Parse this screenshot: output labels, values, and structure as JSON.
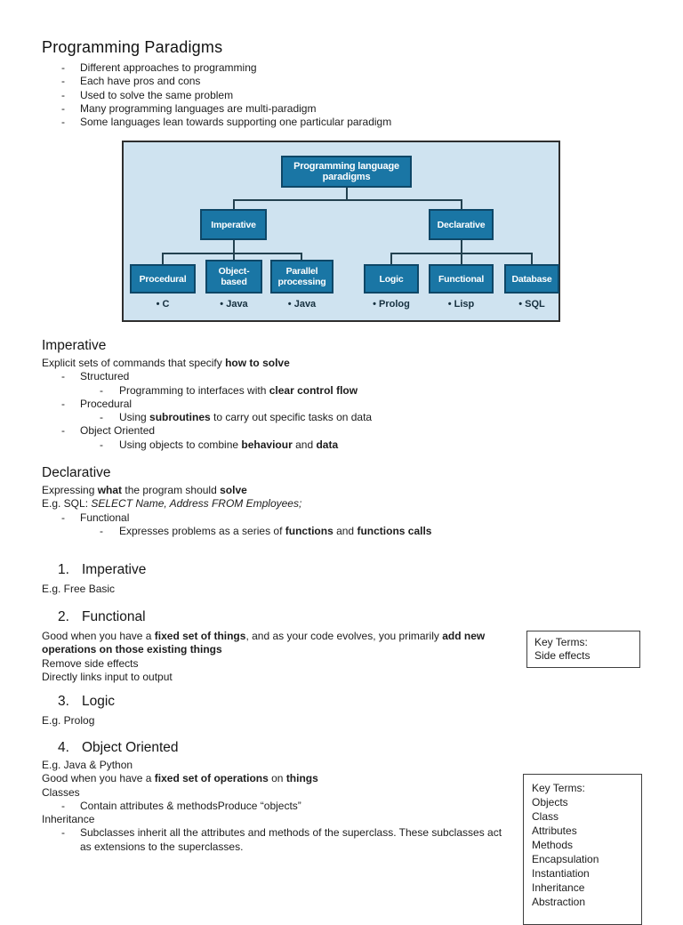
{
  "document": {
    "title": "Programming Paradigms",
    "intro_bullets": [
      "Different approaches to programming",
      "Each have pros and cons",
      "Used to solve the same problem",
      "Many programming languages are multi-paradigm",
      "Some languages lean towards supporting one particular paradigm"
    ]
  },
  "diagram": {
    "root": {
      "label": "Programming language paradigms"
    },
    "branches": [
      {
        "label": "Imperative",
        "children": [
          {
            "label": "Procedural",
            "example": "• C"
          },
          {
            "label": "Object-based",
            "example": "• Java"
          },
          {
            "label": "Parallel processing",
            "example": "• Java"
          }
        ]
      },
      {
        "label": "Declarative",
        "children": [
          {
            "label": "Logic",
            "example": "• Prolog"
          },
          {
            "label": "Functional",
            "example": "• Lisp"
          },
          {
            "label": "Database",
            "example": "• SQL"
          }
        ]
      }
    ],
    "colors": {
      "box_fill": "#1a76a5",
      "box_border": "#0e4767",
      "background": "#cfe3f0",
      "box_text": "#ffffff",
      "example_text": "#16303f",
      "connector": "#23414f"
    }
  },
  "sections": {
    "imperative": {
      "heading": "Imperative",
      "intro": [
        {
          "t": "Explicit sets of commands that specify "
        },
        {
          "t": "how to solve",
          "b": true
        }
      ],
      "bullets": [
        {
          "label": [
            {
              "t": "Structured"
            }
          ],
          "sub": [
            {
              "t": "Programming to interfaces with "
            },
            {
              "t": "clear control flow",
              "b": true
            }
          ]
        },
        {
          "label": [
            {
              "t": "Procedural"
            }
          ],
          "sub": [
            {
              "t": "Using "
            },
            {
              "t": "subroutines",
              "b": true
            },
            {
              "t": " to carry out specific tasks on data"
            }
          ]
        },
        {
          "label": [
            {
              "t": "Object Oriented"
            }
          ],
          "sub": [
            {
              "t": "Using objects to combine "
            },
            {
              "t": "behaviour",
              "b": true
            },
            {
              "t": " and "
            },
            {
              "t": "data",
              "b": true
            }
          ]
        }
      ]
    },
    "declarative": {
      "heading": "Declarative",
      "line1": [
        {
          "t": "Expressing "
        },
        {
          "t": "what",
          "b": true
        },
        {
          "t": " the program should "
        },
        {
          "t": "solve",
          "b": true
        }
      ],
      "line2": [
        {
          "t": "E.g. SQL: "
        },
        {
          "t": "SELECT Name, Address FROM Employees;",
          "i": true
        }
      ],
      "bullet_label": [
        {
          "t": "Functional"
        }
      ],
      "bullet_sub": [
        {
          "t": "Expresses problems as a series of "
        },
        {
          "t": "functions",
          "b": true
        },
        {
          "t": " and "
        },
        {
          "t": "functions calls",
          "b": true
        }
      ]
    }
  },
  "numbered_sections": [
    {
      "number": "1.",
      "heading": "Imperative",
      "line1": [
        {
          "t": "E.g. Free Basic"
        }
      ]
    },
    {
      "number": "2.",
      "heading": "Functional",
      "paragraph": [
        {
          "t": "Good when you have a "
        },
        {
          "t": "fixed set of things",
          "b": true
        },
        {
          "t": ", and as your code evolves, you primarily "
        },
        {
          "t": "add new operations on those existing things",
          "b": true
        }
      ],
      "line2": [
        {
          "t": "Remove side effects"
        }
      ],
      "line3": [
        {
          "t": "Directly links input to output"
        }
      ]
    },
    {
      "number": "3.",
      "heading": "Logic",
      "line1": [
        {
          "t": "E.g. Prolog"
        }
      ]
    },
    {
      "number": "4.",
      "heading": "Object Oriented",
      "line1": [
        {
          "t": "E.g. Java & Python"
        }
      ],
      "line2": [
        {
          "t": "Good when you have a "
        },
        {
          "t": "fixed set of operations",
          "b": true
        },
        {
          "t": " on "
        },
        {
          "t": "things",
          "b": true
        }
      ],
      "line3": [
        {
          "t": "Classes"
        }
      ],
      "bullet1": [
        {
          "t": "Contain attributes & methodsProduce “objects”"
        }
      ],
      "line4": [
        {
          "t": "Inheritance"
        }
      ],
      "bullet2": [
        {
          "t": "Subclasses inherit all the attributes and methods of the superclass. These subclasses act as extensions to the superclasses."
        }
      ]
    }
  ],
  "key_terms_boxes": [
    {
      "title": "Key Terms:",
      "items": [
        "Side effects"
      ]
    },
    {
      "title": "Key Terms:",
      "items": [
        "Objects",
        "Class",
        "Attributes",
        "Methods",
        "Encapsulation",
        "Instantiation",
        "Inheritance",
        "Abstraction"
      ]
    }
  ]
}
